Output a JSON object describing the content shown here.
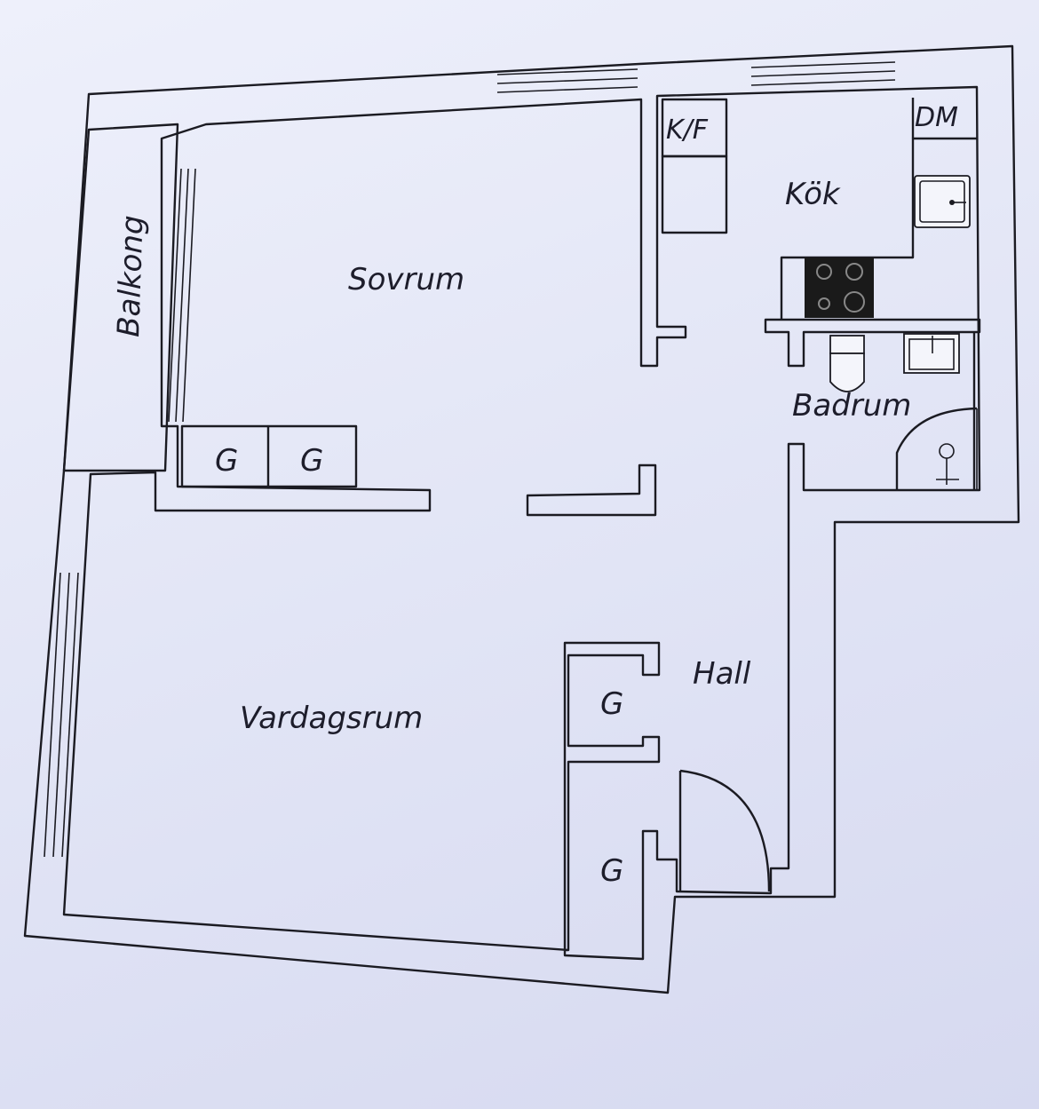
{
  "labels": {
    "sovrum": "Sovrum",
    "vardagsrum": "Vardagsrum",
    "balkong": "Balkong",
    "kok": "Kök",
    "kf": "K/F",
    "dm": "DM",
    "badrum": "Badrum",
    "hall": "Hall",
    "closet_g1": "G",
    "closet_g2": "G",
    "closet_g3": "G",
    "closet_g4": "G"
  },
  "colors": {
    "paper": "#e3e6f6",
    "line": "#1b1b22",
    "stove": "#1a1a1a"
  }
}
